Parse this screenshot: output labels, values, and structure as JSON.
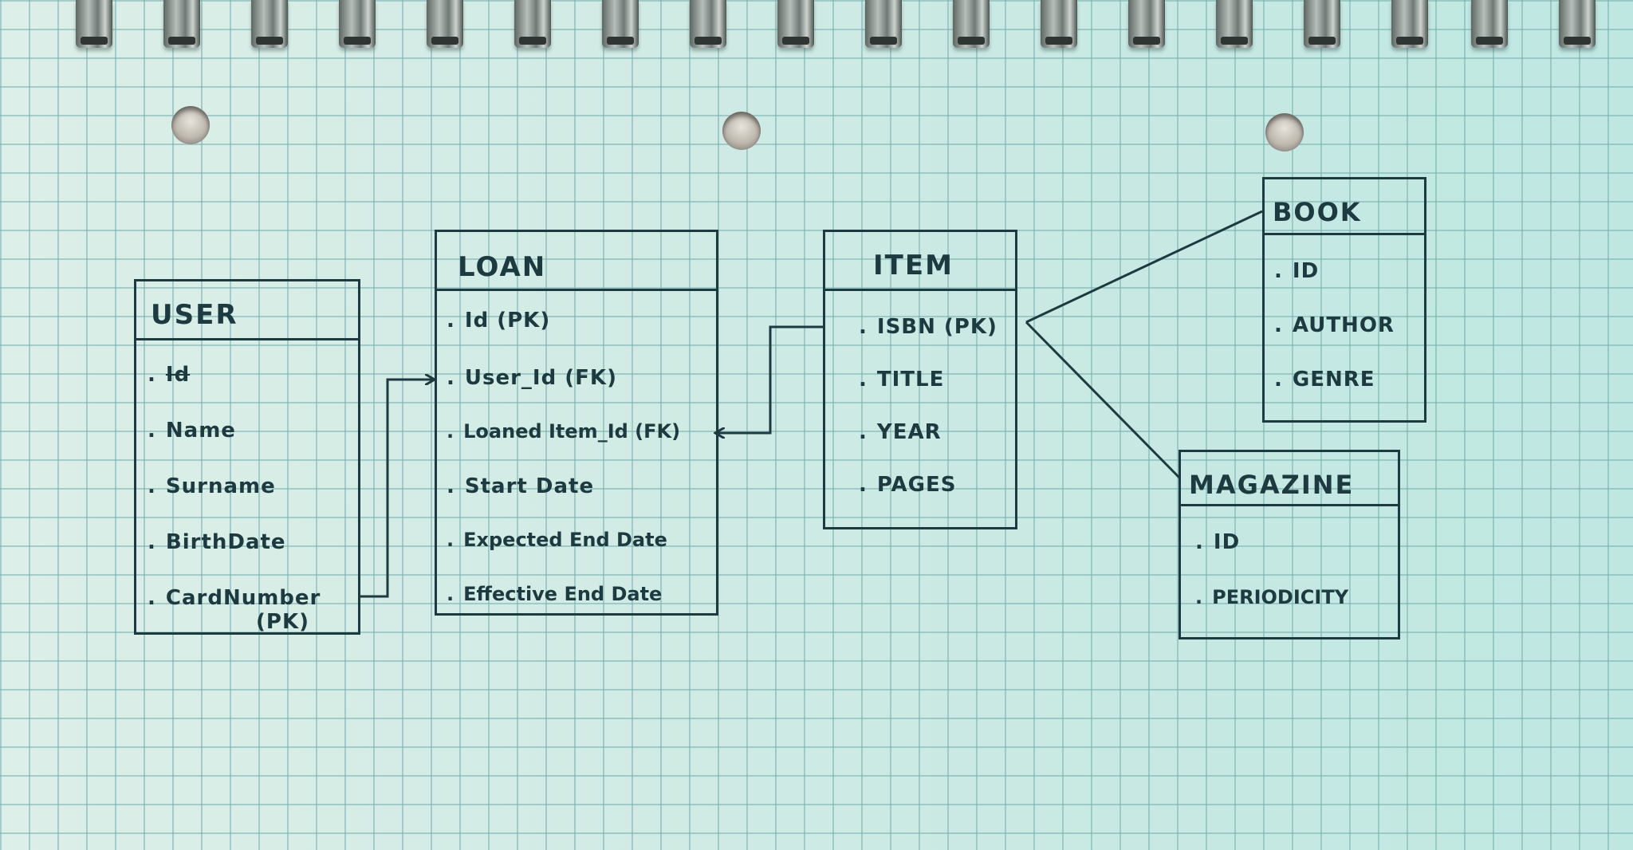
{
  "entities": {
    "user": {
      "title": "USER",
      "attributes": [
        "Id",
        "Name",
        "Surname",
        "BirthDate",
        "CardNumber",
        "(PK)"
      ]
    },
    "loan": {
      "title": "LOAN",
      "attributes": [
        "Id (PK)",
        "User_Id (FK)",
        "Loaned Item_Id (FK)",
        "Start Date",
        "Expected End Date",
        "Effective End Date"
      ]
    },
    "item": {
      "title": "ITEM",
      "attributes": [
        "ISBN (PK)",
        "TITLE",
        "YEAR",
        "PAGES"
      ]
    },
    "book": {
      "title": "BOOK",
      "attributes": [
        "ID",
        "AUTHOR",
        "GENRE"
      ]
    },
    "magazine": {
      "title": "MAGAZINE",
      "attributes": [
        "ID",
        "PERIODICITY"
      ]
    }
  },
  "colors": {
    "ink": "#1c3a40",
    "paper": "#d3ece6",
    "grid": "#78afaf"
  }
}
